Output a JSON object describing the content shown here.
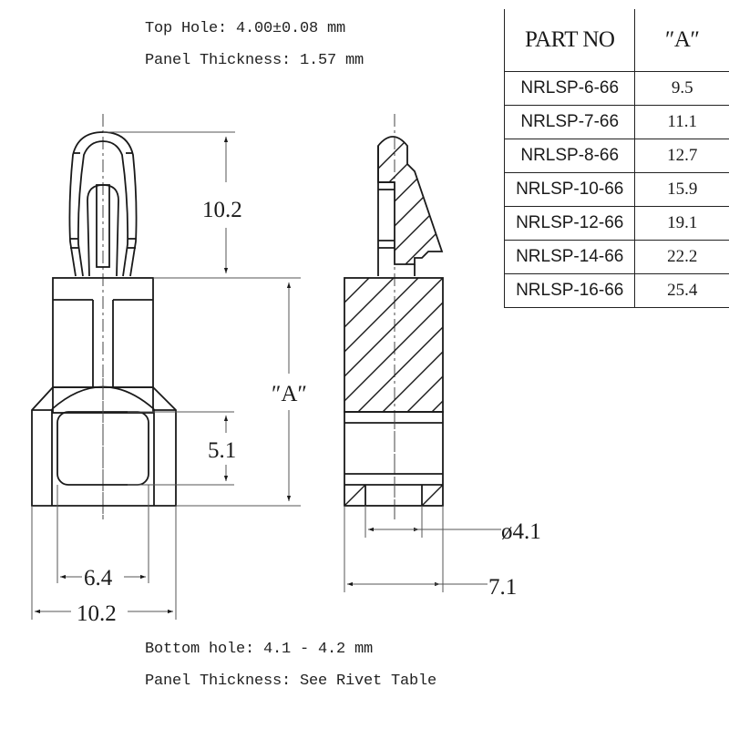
{
  "notes": {
    "top_hole": "Top Hole: 4.00±0.08 mm",
    "top_panel_thickness": "Panel Thickness: 1.57 mm",
    "bottom_hole": "Bottom hole: 4.1 - 4.2 mm",
    "bottom_panel_thickness": "Panel Thickness: See Rivet Table"
  },
  "dimensions": {
    "front_tip_height": "10.2",
    "body_height": "″A″",
    "bottom_hole_height": "5.1",
    "inner_width": "6.4",
    "outer_width": "10.2",
    "side_hole_diameter": "ø4.1",
    "side_width": "7.1"
  },
  "views": {
    "front": "front-elevation",
    "side": "side-section"
  },
  "parts_table": {
    "headers": {
      "part_no": "PART NO",
      "a": "″A″"
    },
    "rows": [
      {
        "part_no": "NRLSP-6-66",
        "a": "9.5"
      },
      {
        "part_no": "NRLSP-7-66",
        "a": "11.1"
      },
      {
        "part_no": "NRLSP-8-66",
        "a": "12.7"
      },
      {
        "part_no": "NRLSP-10-66",
        "a": "15.9"
      },
      {
        "part_no": "NRLSP-12-66",
        "a": "19.1"
      },
      {
        "part_no": "NRLSP-14-66",
        "a": "22.2"
      },
      {
        "part_no": "NRLSP-16-66",
        "a": "25.4"
      }
    ]
  }
}
